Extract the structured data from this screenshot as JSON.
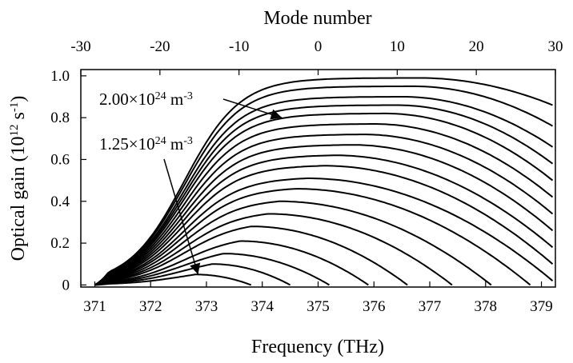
{
  "chart_data": {
    "type": "line",
    "xlabel": "Frequency (THz)",
    "x2label": "Mode number",
    "ylabel": "Optical gain (10¹² s⁻¹)",
    "ylabel_parts": [
      "Optical gain (10",
      "12",
      " s",
      "-1",
      ")"
    ],
    "xlim": [
      370.75,
      379.25
    ],
    "ylim": [
      -0.01,
      1.03
    ],
    "x_ticks": [
      371,
      372,
      373,
      374,
      375,
      376,
      377,
      378,
      379
    ],
    "x_tick_labels": [
      "371",
      "372",
      "373",
      "374",
      "375",
      "376",
      "377",
      "378",
      "379"
    ],
    "x2_ticks": [
      -30,
      -20,
      -10,
      0,
      10,
      20,
      30
    ],
    "x2_tick_labels": [
      "-30",
      "-20",
      "-10",
      "0",
      "10",
      "20",
      "30"
    ],
    "y_ticks": [
      0,
      0.2,
      0.4,
      0.6,
      0.8,
      1.0
    ],
    "y_tick_labels": [
      "0",
      "0.2",
      "0.4",
      "0.6",
      "0.8",
      "1.0"
    ],
    "grid": false,
    "legend": "none",
    "annotations": [
      {
        "parts": [
          "2.00×10",
          "24",
          " m",
          "-3"
        ],
        "arrow_to": [
          374.35,
          0.8
        ]
      },
      {
        "parts": [
          "1.25×10",
          "24",
          " m",
          "-3"
        ],
        "arrow_to": [
          372.85,
          0.05
        ]
      }
    ],
    "curve_model": {
      "onset_x": 371.0,
      "edge_x": 372.6,
      "edge_width": 0.5
    },
    "series": [
      {
        "peak_x": 372.8,
        "peak_y": 0.05,
        "end_x": 373.8
      },
      {
        "peak_x": 373.1,
        "peak_y": 0.1,
        "end_x": 374.5
      },
      {
        "peak_x": 373.3,
        "peak_y": 0.15,
        "end_x": 375.2
      },
      {
        "peak_x": 373.6,
        "peak_y": 0.21,
        "end_x": 375.9
      },
      {
        "peak_x": 373.8,
        "peak_y": 0.28,
        "end_x": 376.6
      },
      {
        "peak_x": 374.1,
        "peak_y": 0.34,
        "end_x": 377.4
      },
      {
        "peak_x": 374.3,
        "peak_y": 0.4,
        "end_x": 378.1
      },
      {
        "peak_x": 374.6,
        "peak_y": 0.46,
        "end_x": 378.8
      },
      {
        "peak_x": 374.8,
        "peak_y": 0.51,
        "end_x": 379.2,
        "end_y": 0.02
      },
      {
        "peak_x": 375.1,
        "peak_y": 0.57,
        "end_x": 379.2,
        "end_y": 0.1
      },
      {
        "peak_x": 375.3,
        "peak_y": 0.62,
        "end_x": 379.2,
        "end_y": 0.18
      },
      {
        "peak_x": 375.6,
        "peak_y": 0.67,
        "end_x": 379.2,
        "end_y": 0.26
      },
      {
        "peak_x": 375.8,
        "peak_y": 0.72,
        "end_x": 379.2,
        "end_y": 0.34
      },
      {
        "peak_x": 376.0,
        "peak_y": 0.77,
        "end_x": 379.2,
        "end_y": 0.42
      },
      {
        "peak_x": 376.2,
        "peak_y": 0.82,
        "end_x": 379.2,
        "end_y": 0.5
      },
      {
        "peak_x": 376.4,
        "peak_y": 0.86,
        "end_x": 379.2,
        "end_y": 0.58
      },
      {
        "peak_x": 376.5,
        "peak_y": 0.9,
        "end_x": 379.2,
        "end_y": 0.66
      },
      {
        "peak_x": 376.7,
        "peak_y": 0.95,
        "end_x": 379.2,
        "end_y": 0.76
      },
      {
        "peak_x": 376.8,
        "peak_y": 0.99,
        "end_x": 379.2,
        "end_y": 0.86
      }
    ]
  }
}
